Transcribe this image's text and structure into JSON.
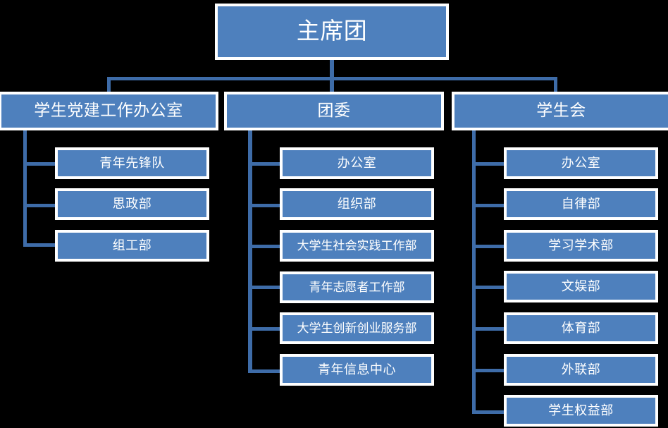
{
  "diagram": {
    "title": "主席团",
    "type": "organization-chart",
    "colors": {
      "node_fill": "#4E80BD",
      "node_border": "#FFFFFF",
      "connector": "#3E6CA8",
      "background": "#000000",
      "text": "#FFFFFF"
    },
    "root": {
      "label": "主席团"
    },
    "branches": [
      {
        "id": "party-building",
        "label": "学生党建工作办公室",
        "children": [
          {
            "label": "青年先锋队"
          },
          {
            "label": "思政部"
          },
          {
            "label": "组工部"
          }
        ]
      },
      {
        "id": "youth-league",
        "label": "团委",
        "children": [
          {
            "label": "办公室"
          },
          {
            "label": "组织部"
          },
          {
            "label": "大学生社会实践工作部"
          },
          {
            "label": "青年志愿者工作部"
          },
          {
            "label": "大学生创新创业服务部"
          },
          {
            "label": "青年信息中心"
          }
        ]
      },
      {
        "id": "student-union",
        "label": "学生会",
        "children": [
          {
            "label": "办公室"
          },
          {
            "label": "自律部"
          },
          {
            "label": "学习学术部"
          },
          {
            "label": "文娱部"
          },
          {
            "label": "体育部"
          },
          {
            "label": "外联部"
          },
          {
            "label": "学生权益部"
          }
        ]
      }
    ]
  }
}
